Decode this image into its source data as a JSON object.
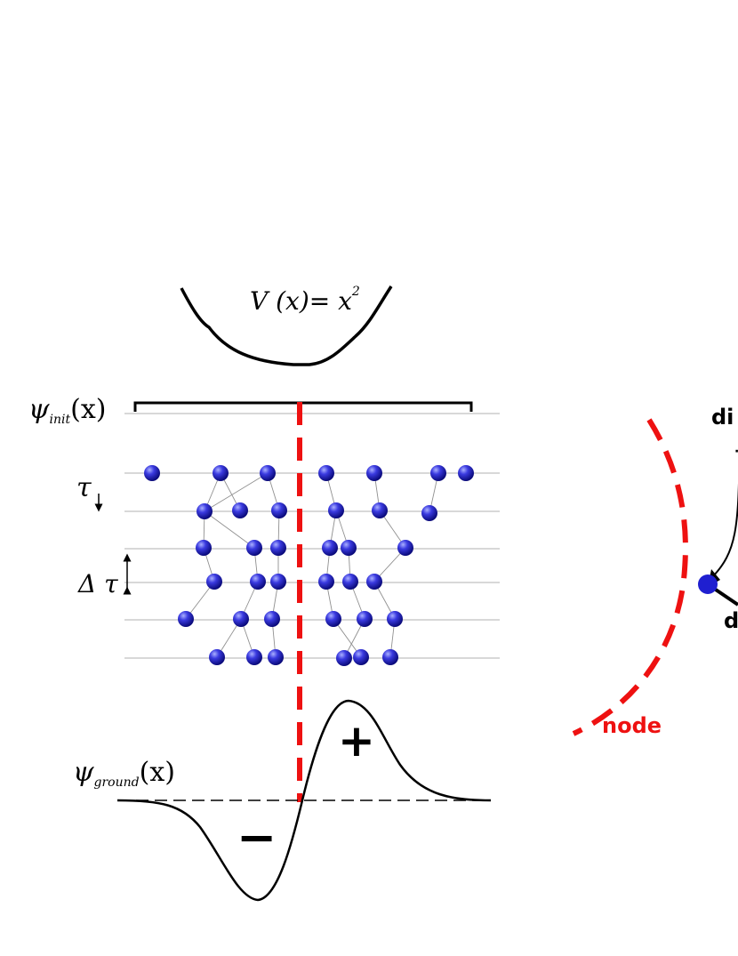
{
  "potential": {
    "label": "V(x)=x²",
    "label_main": "V (x)= x",
    "label_sup": "2"
  },
  "psi_init": {
    "symbol": "ψ",
    "subscript": "init",
    "arg": "(x)"
  },
  "tau": {
    "symbol": "τ"
  },
  "delta_tau": {
    "symbol": "Δ τ"
  },
  "psi_ground": {
    "symbol": "ψ",
    "subscript": "ground",
    "arg": "(x)"
  },
  "signs": {
    "plus": "+",
    "minus": "−"
  },
  "right_panel": {
    "node_label": "node",
    "label_top_partial": "di",
    "label_bottom_partial": "d"
  },
  "colors": {
    "walker": "#1f1fd0",
    "node_line": "#ee1111",
    "axis": "#000000",
    "grid": "#b0b0b0"
  }
}
